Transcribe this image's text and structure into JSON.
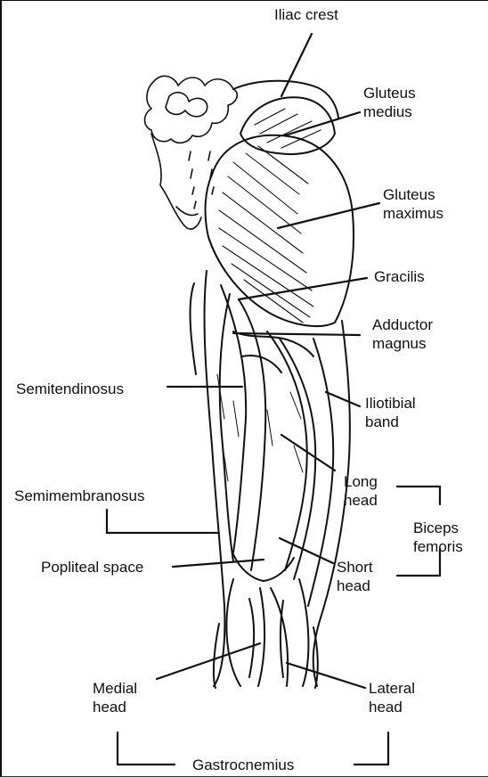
{
  "labels": {
    "iliac_crest": "Iliac crest",
    "gluteus_medius": [
      "Gluteus",
      "medius"
    ],
    "gluteus_maximus": [
      "Gluteus",
      "maximus"
    ],
    "gracilis": "Gracilis",
    "adductor_magnus": [
      "Adductor",
      "magnus"
    ],
    "semitendinosus": "Semitendinosus",
    "iliotibial_band": [
      "Iliotibial",
      "band"
    ],
    "long_head": [
      "Long",
      "head"
    ],
    "biceps_femoris": [
      "Biceps",
      "femoris"
    ],
    "semimembranosus": "Semimembranosus",
    "popliteal_space": "Popliteal space",
    "short_head": [
      "Short",
      "head"
    ],
    "medial_head": [
      "Medial",
      "head"
    ],
    "lateral_head": [
      "Lateral",
      "head"
    ],
    "gastrocnemius": "Gastrocnemius"
  }
}
